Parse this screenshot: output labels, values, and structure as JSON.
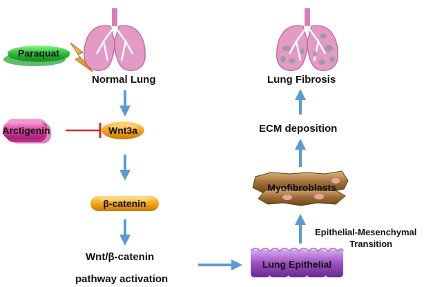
{
  "left": {
    "stressor": "Paraquat",
    "normal_lung": "Normal Lung",
    "inhibitor": "Arctigenin",
    "ligand": "Wnt3a",
    "effector": "β-catenin",
    "pathway_line1": "Wnt/β-catenin",
    "pathway_line2": "pathway activation"
  },
  "right": {
    "epithelial": "Lung Epithelial",
    "emt_line1": "Epithelial-Mesenchymal",
    "emt_line2": "Transition",
    "myofibroblasts": "Myofibroblasts",
    "ecm": "ECM deposition",
    "fibrosis": "Lung Fibrosis"
  },
  "colors": {
    "arrow": "#5b9bd5",
    "inhibit": "#e02020",
    "paraquat_green": "#2ec23a",
    "arctigenin_pink": "#d93fa0",
    "wnt3a_orange": "#f2a51c",
    "epithelial_purple": "#9a4fbf",
    "myofibroblast_brown": "#a0703a",
    "lung_pink": "#e39ac6"
  }
}
